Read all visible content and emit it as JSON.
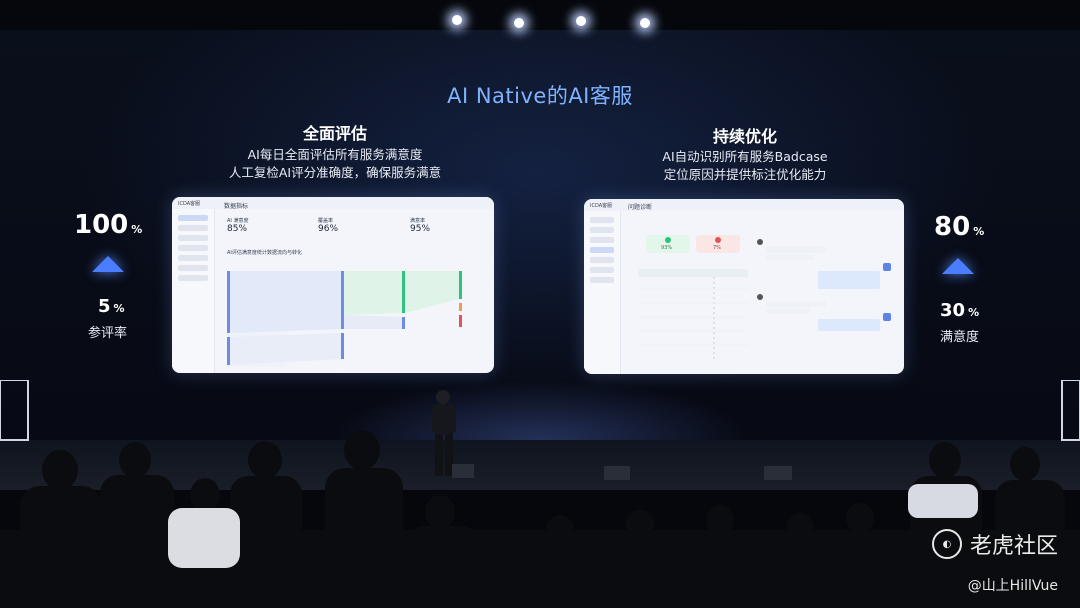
{
  "slide": {
    "title": "AI Native的AI客服",
    "left": {
      "heading": "全面评估",
      "lines": [
        "AI每日全面评估所有服务满意度",
        "人工复检AI评分准确度，确保服务满意"
      ]
    },
    "right": {
      "heading": "持续优化",
      "lines": [
        "AI自动识别所有服务Badcase",
        "定位原因并提供标注优化能力"
      ]
    }
  },
  "stats": {
    "left": {
      "big_value": "100",
      "big_unit": "%",
      "small_value": "5",
      "small_unit": "%",
      "label": "参评率"
    },
    "right": {
      "big_value": "80",
      "big_unit": "%",
      "small_value": "30",
      "small_unit": "%",
      "label": "满意度"
    }
  },
  "panel_left": {
    "app_name": "ICDA客服",
    "page_title": "数据指标",
    "kpis": [
      {
        "label": "AI 满意度",
        "value": "85%"
      },
      {
        "label": "覆盖率",
        "value": "96%"
      },
      {
        "label": "满意率",
        "value": "95%"
      }
    ],
    "tabs": [
      "AI评估满意度统计",
      "数据流向与转化"
    ]
  },
  "panel_right": {
    "app_name": "ICDA客服",
    "page_title": "问题诊断",
    "kpis": [
      {
        "value": "93%"
      },
      {
        "value": "7%"
      }
    ]
  },
  "watermark": {
    "brand": "老虎社区",
    "handle": "@山上HillVue"
  },
  "colors": {
    "accent_blue": "#4a7dff",
    "title_blue": "#7fb2ff",
    "sankey_green": "#2ec27e",
    "sankey_blue": "#6f8de0",
    "sankey_red": "#e05555",
    "sankey_orange": "#f29b4c"
  }
}
